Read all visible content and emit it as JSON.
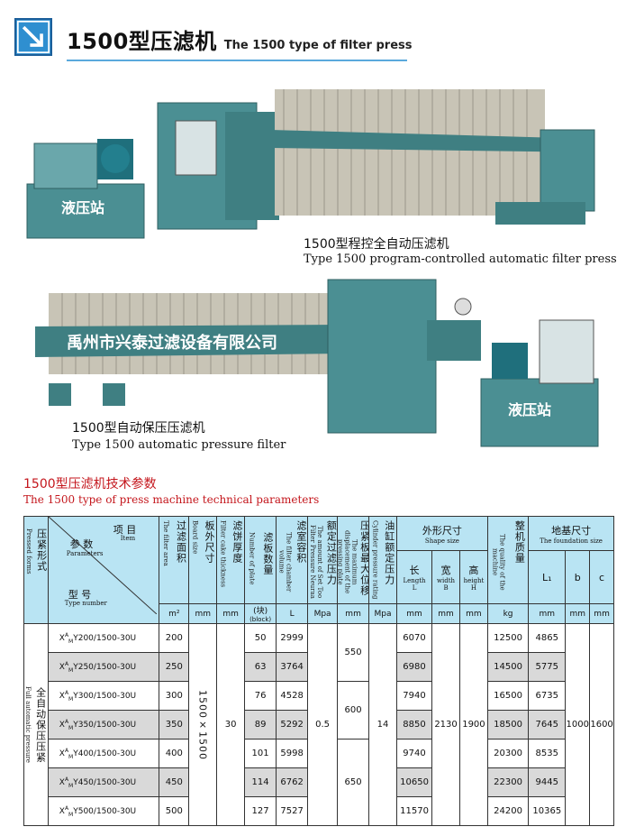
{
  "header": {
    "title_cn": "1500型压滤机",
    "title_en": "The 1500 type of filter press"
  },
  "machines": [
    {
      "station_label": "液压站",
      "caption_cn": "1500型程控全自动压滤机",
      "caption_en": "Type 1500 program-controlled automatic filter press"
    },
    {
      "banner_text": "禹州市兴泰过滤设备有限公司",
      "station_label": "液压站",
      "caption_cn": "1500型自动保压压滤机",
      "caption_en": "Type 1500 automatic pressure filter"
    }
  ],
  "section": {
    "title_cn": "1500型压滤机技术参数",
    "title_en": "The 1500 type of press machine technical parameters"
  },
  "colors": {
    "header_blue": "#b9e4f3",
    "accent_red": "#c4161c",
    "machine_teal": "#4b8f93",
    "row_gray": "#d9d9d9"
  },
  "table": {
    "corner": {
      "press_form_cn": "压紧形式",
      "press_form_en": "Pressed forms",
      "item_cn": "项 目",
      "item_en": "Item",
      "params_cn": "参 数",
      "params_en": "Parameters",
      "model_cn": "型 号",
      "model_en": "Type number"
    },
    "columns": [
      {
        "cn": "过滤面积",
        "en": "The filter area",
        "unit": "m²"
      },
      {
        "cn": "板外尺寸",
        "en": "Board size",
        "unit": "mm"
      },
      {
        "cn": "滤饼厚度",
        "en": "Filter cake thickness",
        "unit": "mm"
      },
      {
        "cn": "滤板数量",
        "en": "Number of plate",
        "unit": "(块)",
        "unit2": "(block)"
      },
      {
        "cn": "滤室容积",
        "en": "The filter chamber volume",
        "unit": "L"
      },
      {
        "cn": "额定过滤压力",
        "en": "The amount of Set Too Filter Pressure Neuraa",
        "unit": "Mpa"
      },
      {
        "cn": "压紧板最大位移",
        "en": "The maximum displacement of the pressing plate",
        "unit": "mm"
      },
      {
        "cn": "油缸额定压力",
        "en": "Cylinder pressure rating",
        "unit": "Mpa"
      },
      {
        "cn": "外形尺寸",
        "en": "Shape size",
        "sub": [
          {
            "cn": "长",
            "en": "Length",
            "letter": "L",
            "unit": "mm"
          },
          {
            "cn": "宽",
            "en": "width",
            "letter": "B",
            "unit": "mm"
          },
          {
            "cn": "高",
            "en": "height",
            "letter": "H",
            "unit": "mm"
          }
        ]
      },
      {
        "cn": "整机质量",
        "en": "The quality of the machine",
        "unit": "kg"
      },
      {
        "cn": "地基尺寸",
        "en": "The foundation size",
        "sub": [
          {
            "letter": "L₁",
            "unit": "mm"
          },
          {
            "letter": "b",
            "unit": "mm"
          },
          {
            "letter": "c",
            "unit": "mm"
          }
        ]
      }
    ],
    "press_form_value_cn": "全自动保压压紧",
    "press_form_value_en": "Full automatic pressure",
    "model_prefix_sup": "A",
    "model_prefix_sub": "M",
    "model_x": "X",
    "board_size": "1500×1500",
    "cake_thickness": "30",
    "filter_pressure": "0.5",
    "cylinder_pressure": "14",
    "width_B": "2130",
    "height_H": "1900",
    "found_b": "1000",
    "found_c": "1600",
    "displacement": [
      "550",
      "600",
      "650"
    ],
    "rows": [
      {
        "model": "Y200/1500-30U",
        "area": "200",
        "plates": "50",
        "volume": "2999",
        "length": "6070",
        "mass": "12500",
        "L1": "4865"
      },
      {
        "model": "Y250/1500-30U",
        "area": "250",
        "plates": "63",
        "volume": "3764",
        "length": "6980",
        "mass": "14500",
        "L1": "5775"
      },
      {
        "model": "Y300/1500-30U",
        "area": "300",
        "plates": "76",
        "volume": "4528",
        "length": "7940",
        "mass": "16500",
        "L1": "6735"
      },
      {
        "model": "Y350/1500-30U",
        "area": "350",
        "plates": "89",
        "volume": "5292",
        "length": "8850",
        "mass": "18500",
        "L1": "7645"
      },
      {
        "model": "Y400/1500-30U",
        "area": "400",
        "plates": "101",
        "volume": "5998",
        "length": "9740",
        "mass": "20300",
        "L1": "8535"
      },
      {
        "model": "Y450/1500-30U",
        "area": "450",
        "plates": "114",
        "volume": "6762",
        "length": "10650",
        "mass": "22300",
        "L1": "9445"
      },
      {
        "model": "Y500/1500-30U",
        "area": "500",
        "plates": "127",
        "volume": "7527",
        "length": "11570",
        "mass": "24200",
        "L1": "10365"
      }
    ]
  }
}
